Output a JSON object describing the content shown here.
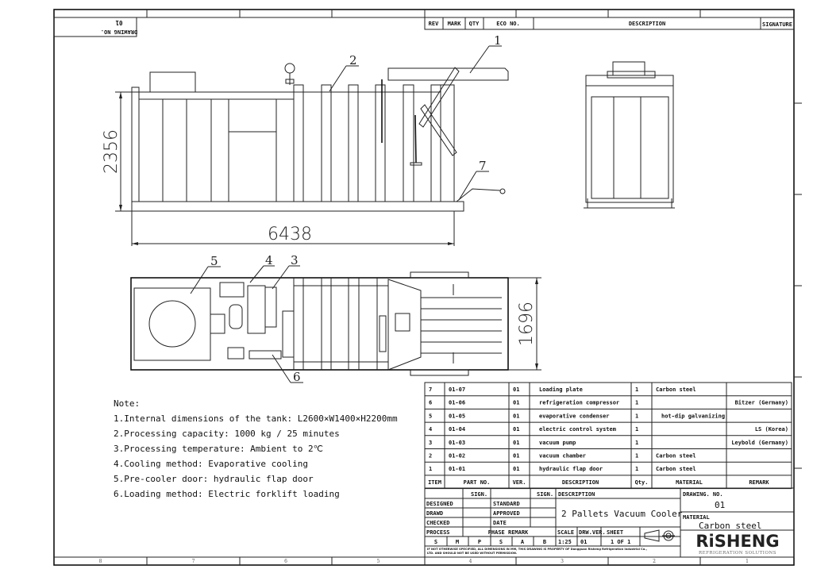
{
  "revision_block": {
    "headers": [
      "REV",
      "MARK",
      "QTY",
      "ECO NO.",
      "DESCRIPTION",
      "SIGNATURE"
    ]
  },
  "drawing_no_box": {
    "label": "DRAWING NO.",
    "value": "01"
  },
  "zones": [
    "8",
    "7",
    "6",
    "5",
    "4",
    "3",
    "2",
    "1"
  ],
  "dimensions": {
    "side_height": "2356",
    "side_length": "6438",
    "top_width": "1696"
  },
  "balloons": {
    "b1": "1",
    "b2": "2",
    "b3": "3",
    "b4": "4",
    "b5": "5",
    "b6": "6",
    "b7": "7"
  },
  "notes": {
    "title": "Note:",
    "items": [
      "1.Internal dimensions of the tank: L2600×W1400×H2200mm",
      "2.Processing capacity: 1000 kg / 25 minutes",
      "3.Processing temperature: Ambient to 2℃",
      "4.Cooling method: Evaporative cooling",
      "5.Pre-cooler door: hydraulic flap door",
      "6.Loading method: Electric forklift loading"
    ]
  },
  "parts_table": {
    "headers": [
      "ITEM",
      "PART NO.",
      "VER.",
      "DESCRIPTION",
      "Qty.",
      "MATERIAL",
      "REMARK"
    ],
    "rows": [
      [
        "7",
        "01-07",
        "01",
        "Loading plate",
        "1",
        "Carbon steel",
        ""
      ],
      [
        "6",
        "01-06",
        "01",
        "refrigeration compressor",
        "1",
        "",
        "Bitzer (Germany)"
      ],
      [
        "5",
        "01-05",
        "01",
        "evaporative condenser",
        "1",
        "hot-dip galvanizing",
        ""
      ],
      [
        "4",
        "01-04",
        "01",
        "electric control system",
        "1",
        "",
        "LS (Korea)"
      ],
      [
        "3",
        "01-03",
        "01",
        "vacuum pump",
        "1",
        "",
        "Leybold (Germany)"
      ],
      [
        "2",
        "01-02",
        "01",
        "vacuum chamber",
        "1",
        "Carbon steel",
        ""
      ],
      [
        "1",
        "01-01",
        "01",
        "hydraulic flap door",
        "1",
        "Carbon steel",
        ""
      ]
    ]
  },
  "title_block": {
    "sign1": "SIGN.",
    "sign2": "SIGN.",
    "designed": "DESIGNED",
    "drawd": "DRAWD",
    "checked": "CHECKED",
    "process": "PROCESS",
    "standard": "STANDARD",
    "approved": "APPROVED",
    "date": "DATE",
    "phase_remark": "PHASE REMARK",
    "phase": [
      "S",
      "M",
      "P",
      "S",
      "A",
      "B"
    ],
    "description_label": "DESCRIPTION",
    "description": "2 Pallets Vacuum Cooler",
    "scale_label": "SCALE",
    "scale": "1:25",
    "drw_ver_label": "DRW.VER.",
    "drw_ver": "01",
    "sheet_label": "SHEET",
    "sheet": "1 OF 1",
    "drawing_no_label": "DRAWING. NO.",
    "drawing_no": "01",
    "material_label": "MATERIAL",
    "material": "Carbon steel",
    "disclaimer_1": "IF NOT OTHERWISE SPECIFIED, ALL DIMENSIONS IN MM, THIS DRAWING IS PROPERTY OF Dongguan Risheng Refrigeration Industrial Co.,",
    "disclaimer_2": "LTD. AND SHOULD NOT BE USED WITHOUT PERMISSION.",
    "company": "RiSHENG",
    "company_sub": "REFRIGERATION SOLUTIONS"
  }
}
